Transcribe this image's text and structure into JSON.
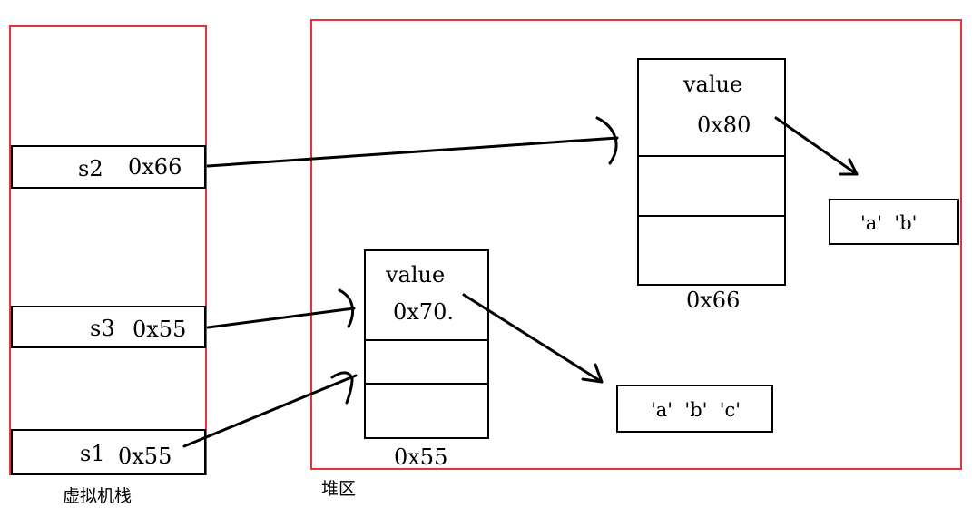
{
  "stack": {
    "caption": "虚拟机栈",
    "frames": [
      {
        "name": "s2",
        "address": "0x66"
      },
      {
        "name": "s3",
        "address": "0x55"
      },
      {
        "name": "s1",
        "address": "0x55"
      }
    ]
  },
  "heap": {
    "caption": "堆区",
    "objects": [
      {
        "field": "value",
        "field_value": "0x80",
        "address": "0x66"
      },
      {
        "field": "value",
        "field_value": "0x70.",
        "address": "0x55"
      }
    ],
    "arrays": [
      {
        "content": "'a'  'b'"
      },
      {
        "content": "'a'  'b'  'c'"
      }
    ]
  },
  "colors": {
    "region_border": "#e8323b",
    "ink": "#000000"
  }
}
